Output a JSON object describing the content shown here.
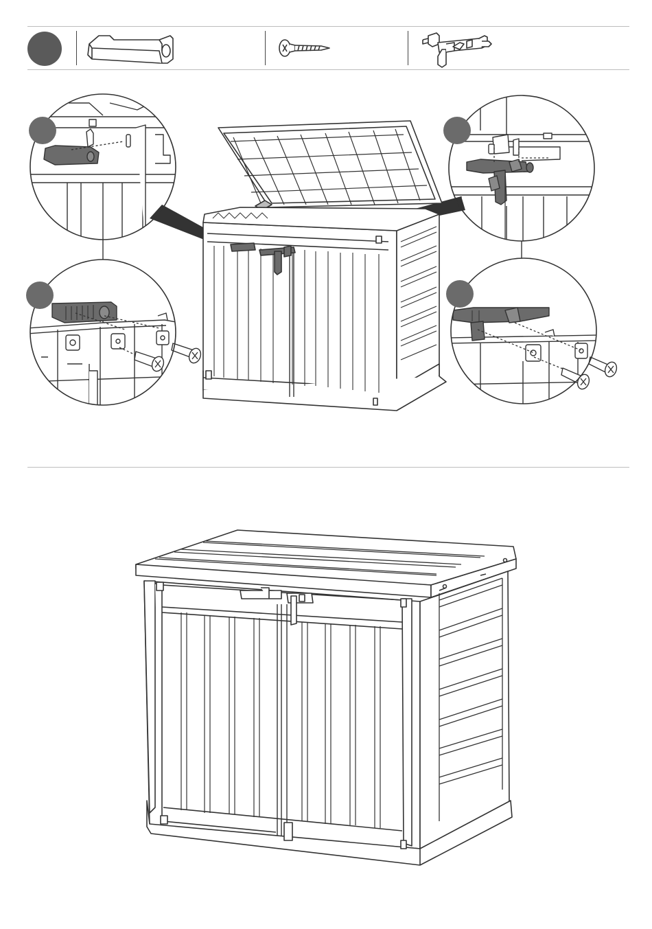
{
  "page": {
    "colors": {
      "ink": "#333333",
      "part_fill": "#6b6b6b",
      "step_badge": "#5a5a5a",
      "light_rule": "#bdbdbd",
      "paper": "#ffffff"
    }
  },
  "parts_strip": {
    "items": [
      {
        "icon": "handle-part-icon"
      },
      {
        "icon": "screw-part-icon"
      },
      {
        "icon": "latch-part-icon"
      }
    ]
  },
  "top_panel": {
    "callouts": [
      {
        "position": "top-left",
        "icon": "handle-install-detail-icon"
      },
      {
        "position": "bottom-left",
        "icon": "handle-screw-detail-icon"
      },
      {
        "position": "top-right",
        "icon": "latch-install-detail-icon"
      },
      {
        "position": "bottom-right",
        "icon": "latch-screw-detail-icon"
      }
    ]
  },
  "bottom_panel": {
    "icon": "closed-storage-box-icon"
  }
}
